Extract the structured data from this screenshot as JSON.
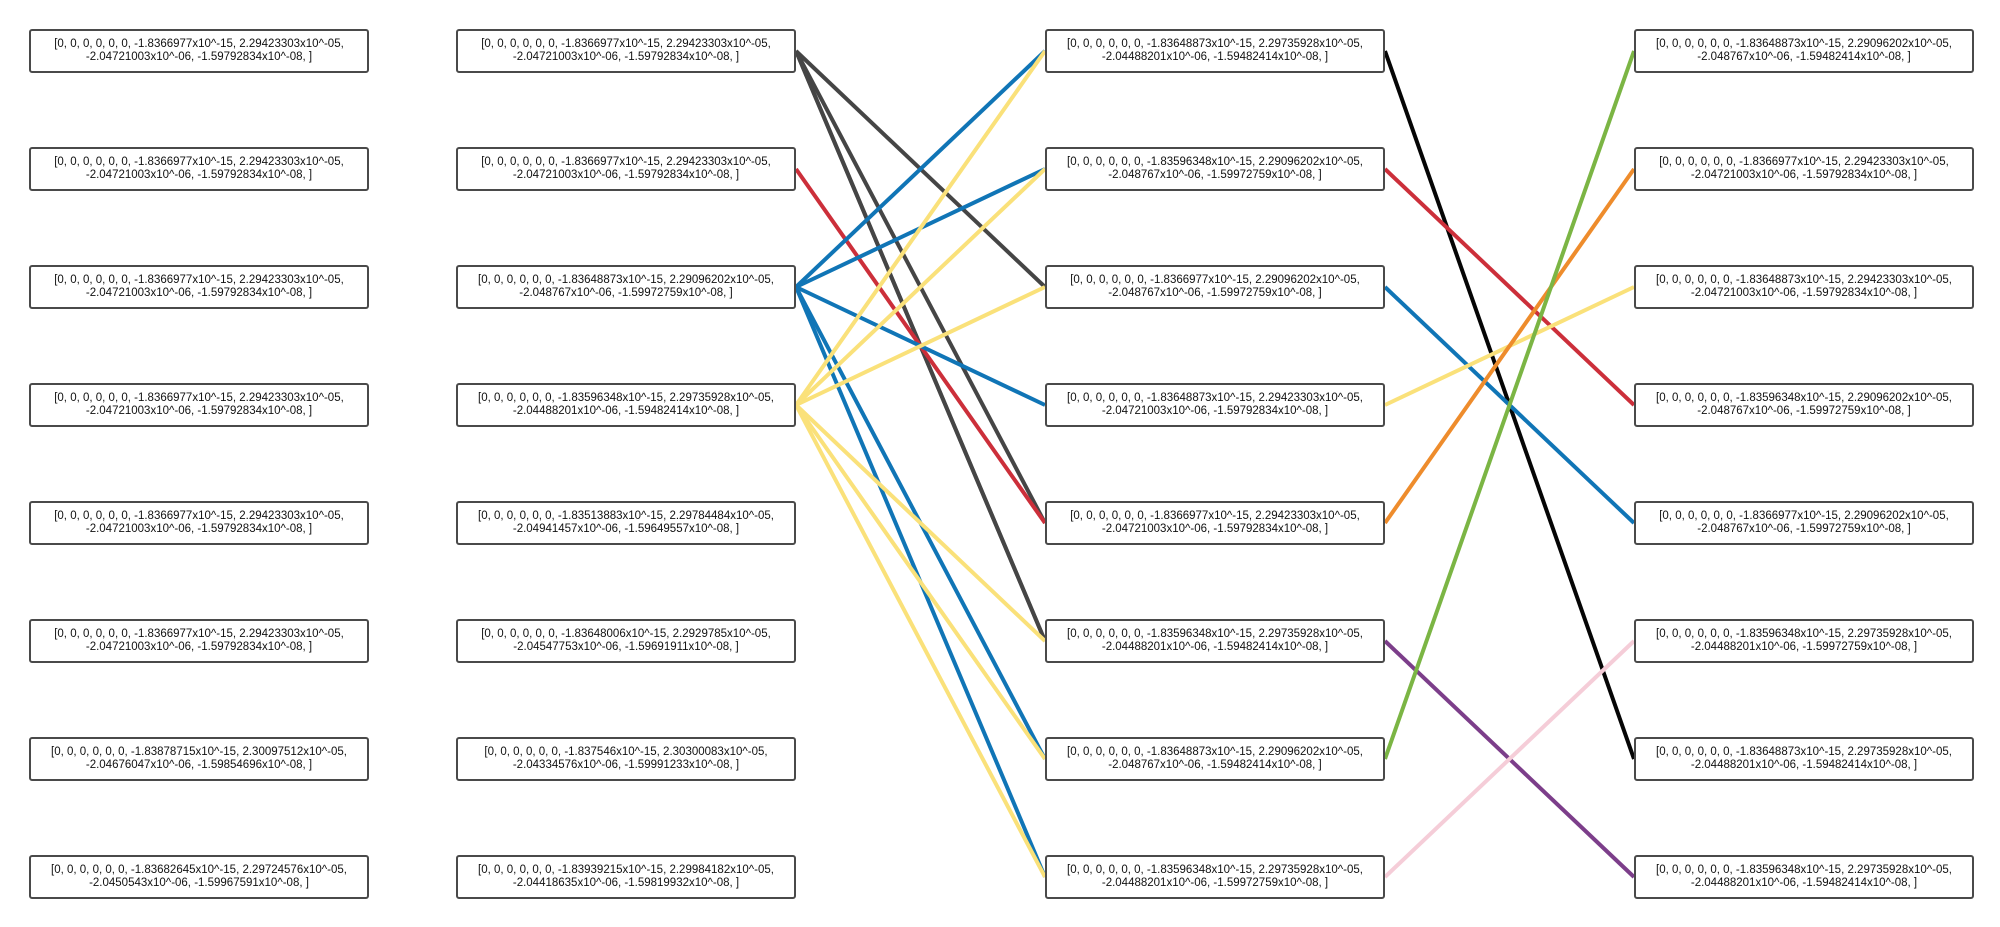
{
  "colors": {
    "dark": "#454545",
    "red": "#cc2f3a",
    "blue": "#1075b6",
    "yellow": "#fae17a",
    "black": "#050505",
    "green": "#7bb544",
    "orange": "#ee8c2c",
    "pink": "#f5cdd8",
    "purple": "#7c3e8a"
  },
  "columns": [
    {
      "nodes": [
        {
          "line1": "[0, 0, 0, 0, 0, 0, -1.8366977x10^-15, 2.29423303x10^-05,",
          "line2": "-2.04721003x10^-06, -1.59792834x10^-08, ]"
        },
        {
          "line1": "[0, 0, 0, 0, 0, 0, -1.8366977x10^-15, 2.29423303x10^-05,",
          "line2": "-2.04721003x10^-06, -1.59792834x10^-08, ]"
        },
        {
          "line1": "[0, 0, 0, 0, 0, 0, -1.8366977x10^-15, 2.29423303x10^-05,",
          "line2": "-2.04721003x10^-06, -1.59792834x10^-08, ]"
        },
        {
          "line1": "[0, 0, 0, 0, 0, 0, -1.8366977x10^-15, 2.29423303x10^-05,",
          "line2": "-2.04721003x10^-06, -1.59792834x10^-08, ]"
        },
        {
          "line1": "[0, 0, 0, 0, 0, 0, -1.8366977x10^-15, 2.29423303x10^-05,",
          "line2": "-2.04721003x10^-06, -1.59792834x10^-08, ]"
        },
        {
          "line1": "[0, 0, 0, 0, 0, 0, -1.8366977x10^-15, 2.29423303x10^-05,",
          "line2": "-2.04721003x10^-06, -1.59792834x10^-08, ]"
        },
        {
          "line1": "[0, 0, 0, 0, 0, 0, -1.83878715x10^-15, 2.30097512x10^-05,",
          "line2": "-2.04676047x10^-06, -1.59854696x10^-08, ]"
        },
        {
          "line1": "[0, 0, 0, 0, 0, 0, -1.83682645x10^-15, 2.29724576x10^-05,",
          "line2": "-2.0450543x10^-06, -1.59967591x10^-08, ]"
        }
      ]
    },
    {
      "nodes": [
        {
          "line1": "[0, 0, 0, 0, 0, 0, -1.8366977x10^-15, 2.29423303x10^-05,",
          "line2": "-2.04721003x10^-06, -1.59792834x10^-08, ]"
        },
        {
          "line1": "[0, 0, 0, 0, 0, 0, -1.8366977x10^-15, 2.29423303x10^-05,",
          "line2": "-2.04721003x10^-06, -1.59792834x10^-08, ]"
        },
        {
          "line1": "[0, 0, 0, 0, 0, 0, -1.83648873x10^-15, 2.29096202x10^-05,",
          "line2": "-2.048767x10^-06, -1.59972759x10^-08, ]"
        },
        {
          "line1": "[0, 0, 0, 0, 0, 0, -1.83596348x10^-15, 2.29735928x10^-05,",
          "line2": "-2.04488201x10^-06, -1.59482414x10^-08, ]"
        },
        {
          "line1": "[0, 0, 0, 0, 0, 0, -1.83513883x10^-15, 2.29784484x10^-05,",
          "line2": "-2.04941457x10^-06, -1.59649557x10^-08, ]"
        },
        {
          "line1": "[0, 0, 0, 0, 0, 0, -1.83648006x10^-15, 2.2929785x10^-05,",
          "line2": "-2.04547753x10^-06, -1.59691911x10^-08, ]"
        },
        {
          "line1": "[0, 0, 0, 0, 0, 0, -1.837546x10^-15, 2.30300083x10^-05,",
          "line2": "-2.04334576x10^-06, -1.59991233x10^-08, ]"
        },
        {
          "line1": "[0, 0, 0, 0, 0, 0, -1.83939215x10^-15, 2.29984182x10^-05,",
          "line2": "-2.04418635x10^-06, -1.59819932x10^-08, ]"
        }
      ]
    },
    {
      "nodes": [
        {
          "line1": "[0, 0, 0, 0, 0, 0, -1.83648873x10^-15, 2.29735928x10^-05,",
          "line2": "-2.04488201x10^-06, -1.59482414x10^-08, ]"
        },
        {
          "line1": "[0, 0, 0, 0, 0, 0, -1.83596348x10^-15, 2.29096202x10^-05,",
          "line2": "-2.048767x10^-06, -1.59972759x10^-08, ]"
        },
        {
          "line1": "[0, 0, 0, 0, 0, 0, -1.8366977x10^-15, 2.29096202x10^-05,",
          "line2": "-2.048767x10^-06, -1.59972759x10^-08, ]"
        },
        {
          "line1": "[0, 0, 0, 0, 0, 0, -1.83648873x10^-15, 2.29423303x10^-05,",
          "line2": "-2.04721003x10^-06, -1.59792834x10^-08, ]"
        },
        {
          "line1": "[0, 0, 0, 0, 0, 0, -1.8366977x10^-15, 2.29423303x10^-05,",
          "line2": "-2.04721003x10^-06, -1.59792834x10^-08, ]"
        },
        {
          "line1": "[0, 0, 0, 0, 0, 0, -1.83596348x10^-15, 2.29735928x10^-05,",
          "line2": "-2.04488201x10^-06, -1.59482414x10^-08, ]"
        },
        {
          "line1": "[0, 0, 0, 0, 0, 0, -1.83648873x10^-15, 2.29096202x10^-05,",
          "line2": "-2.048767x10^-06, -1.59482414x10^-08, ]"
        },
        {
          "line1": "[0, 0, 0, 0, 0, 0, -1.83596348x10^-15, 2.29735928x10^-05,",
          "line2": "-2.04488201x10^-06, -1.59972759x10^-08, ]"
        }
      ]
    },
    {
      "nodes": [
        {
          "line1": "[0, 0, 0, 0, 0, 0, -1.83648873x10^-15, 2.29096202x10^-05,",
          "line2": "-2.048767x10^-06, -1.59482414x10^-08, ]"
        },
        {
          "line1": "[0, 0, 0, 0, 0, 0, -1.8366977x10^-15, 2.29423303x10^-05,",
          "line2": "-2.04721003x10^-06, -1.59792834x10^-08, ]"
        },
        {
          "line1": "[0, 0, 0, 0, 0, 0, -1.83648873x10^-15, 2.29423303x10^-05,",
          "line2": "-2.04721003x10^-06, -1.59792834x10^-08, ]"
        },
        {
          "line1": "[0, 0, 0, 0, 0, 0, -1.83596348x10^-15, 2.29096202x10^-05,",
          "line2": "-2.048767x10^-06, -1.59972759x10^-08, ]"
        },
        {
          "line1": "[0, 0, 0, 0, 0, 0, -1.8366977x10^-15, 2.29096202x10^-05,",
          "line2": "-2.048767x10^-06, -1.59972759x10^-08, ]"
        },
        {
          "line1": "[0, 0, 0, 0, 0, 0, -1.83596348x10^-15, 2.29735928x10^-05,",
          "line2": "-2.04488201x10^-06, -1.59972759x10^-08, ]"
        },
        {
          "line1": "[0, 0, 0, 0, 0, 0, -1.83648873x10^-15, 2.29735928x10^-05,",
          "line2": "-2.04488201x10^-06, -1.59482414x10^-08, ]"
        },
        {
          "line1": "[0, 0, 0, 0, 0, 0, -1.83596348x10^-15, 2.29735928x10^-05,",
          "line2": "-2.04488201x10^-06, -1.59482414x10^-08, ]"
        }
      ]
    }
  ],
  "edges": [
    {
      "from": [
        1,
        0
      ],
      "to": [
        2,
        2
      ],
      "color": "dark"
    },
    {
      "from": [
        1,
        0
      ],
      "to": [
        2,
        4
      ],
      "color": "dark"
    },
    {
      "from": [
        1,
        0
      ],
      "to": [
        2,
        5
      ],
      "color": "dark"
    },
    {
      "from": [
        1,
        0
      ],
      "to": [
        2,
        5
      ],
      "color": "dark"
    },
    {
      "from": [
        1,
        1
      ],
      "to": [
        2,
        4
      ],
      "color": "red"
    },
    {
      "from": [
        1,
        2
      ],
      "to": [
        2,
        0
      ],
      "color": "blue"
    },
    {
      "from": [
        1,
        2
      ],
      "to": [
        2,
        1
      ],
      "color": "blue"
    },
    {
      "from": [
        1,
        2
      ],
      "to": [
        2,
        3
      ],
      "color": "blue"
    },
    {
      "from": [
        1,
        2
      ],
      "to": [
        2,
        6
      ],
      "color": "blue"
    },
    {
      "from": [
        1,
        2
      ],
      "to": [
        2,
        7
      ],
      "color": "blue"
    },
    {
      "from": [
        1,
        3
      ],
      "to": [
        2,
        0
      ],
      "color": "yellow"
    },
    {
      "from": [
        1,
        3
      ],
      "to": [
        2,
        1
      ],
      "color": "yellow"
    },
    {
      "from": [
        1,
        3
      ],
      "to": [
        2,
        2
      ],
      "color": "yellow"
    },
    {
      "from": [
        1,
        3
      ],
      "to": [
        2,
        5
      ],
      "color": "yellow"
    },
    {
      "from": [
        1,
        3
      ],
      "to": [
        2,
        6
      ],
      "color": "yellow"
    },
    {
      "from": [
        1,
        3
      ],
      "to": [
        2,
        7
      ],
      "color": "yellow"
    },
    {
      "from": [
        2,
        0
      ],
      "to": [
        3,
        6
      ],
      "color": "black"
    },
    {
      "from": [
        2,
        1
      ],
      "to": [
        3,
        3
      ],
      "color": "red"
    },
    {
      "from": [
        2,
        2
      ],
      "to": [
        3,
        4
      ],
      "color": "blue"
    },
    {
      "from": [
        2,
        3
      ],
      "to": [
        3,
        2
      ],
      "color": "yellow"
    },
    {
      "from": [
        2,
        4
      ],
      "to": [
        3,
        1
      ],
      "color": "orange"
    },
    {
      "from": [
        2,
        5
      ],
      "to": [
        3,
        7
      ],
      "color": "purple"
    },
    {
      "from": [
        2,
        6
      ],
      "to": [
        3,
        0
      ],
      "color": "green"
    },
    {
      "from": [
        2,
        7
      ],
      "to": [
        3,
        5
      ],
      "color": "pink"
    }
  ]
}
